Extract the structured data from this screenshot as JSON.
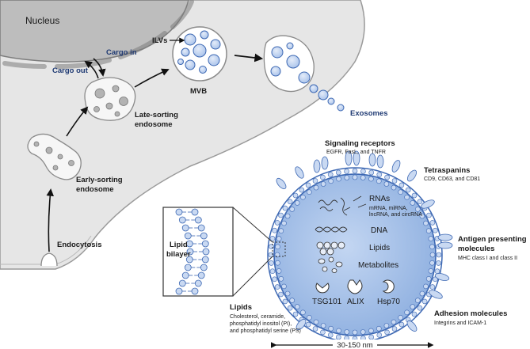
{
  "cell": {
    "nucleus": "Nucleus",
    "cargo_in": "Cargo in",
    "cargo_out": "Cargo out",
    "ilvs": "ILVs",
    "mvb": "MVB",
    "exosomes": "Exosomes",
    "late_sorting": [
      "Late-sorting",
      "endosome"
    ],
    "early_sorting": [
      "Early-sorting",
      "endosome"
    ],
    "endocytosis": "Endocytosis"
  },
  "exosome": {
    "signaling": {
      "title": "Signaling receptors",
      "detail": "EGFR, FasL, and TNFR"
    },
    "tetraspanins": {
      "title": "Tetraspanins",
      "detail": "CD9, CD63, and CD81"
    },
    "antigen": {
      "title": [
        "Antigen presenting",
        "molecules"
      ],
      "detail": "MHC class I and class II"
    },
    "adhesion": {
      "title": "Adhesion molecules",
      "detail": "Integrins and ICAM-1"
    },
    "lipids": {
      "title": "Lipids",
      "detail": [
        "Cholesterol, ceramide,",
        "phosphatidyl inositol (PI),",
        "and phosphatidyl serine (PS)"
      ]
    },
    "lipid_bilayer": [
      "Lipid",
      "bilayer"
    ],
    "cargo": {
      "rnas": "RNAs",
      "rna_types": [
        "mRNA, miRNA,",
        "lncRNA, and circRNA"
      ],
      "dna": "DNA",
      "lipids": "Lipids",
      "metabolites": "Metabolites",
      "proteins": [
        "TSG101",
        "ALIX",
        "Hsp70"
      ]
    },
    "size": "30-150 nm"
  },
  "colors": {
    "cytoplasm": "#e6e6e6",
    "nucleus": "#bdbdbd",
    "vesicle_fill": "#c9d9f2",
    "vesicle_stroke": "#3d68b3",
    "exosome_fill": "#aac3e8",
    "navy_text": "#1f3a73"
  }
}
